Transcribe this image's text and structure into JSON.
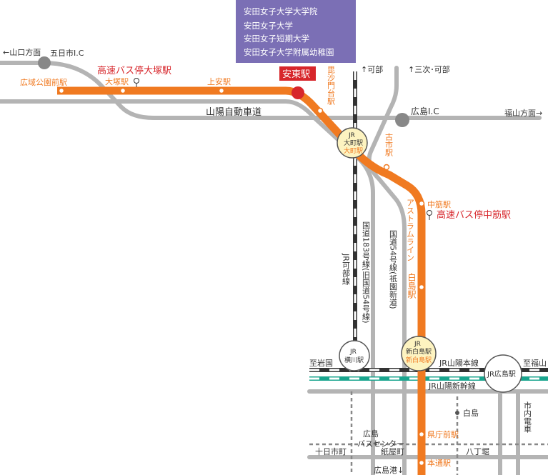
{
  "colors": {
    "astram": "#f07a21",
    "road": "#b4b4b4",
    "jr_dark": "#333333",
    "shinkansen": "#1aa58e",
    "purple_box": "#7b6fb5",
    "red": "#d7262b",
    "jr_station_fill": "#fdf3c0",
    "dashed": "#888888"
  },
  "university_box": {
    "lines": [
      "安田女子大学大学院",
      "安田女子大学",
      "安田女子短期大学",
      "安田女子大学附属幼稚園"
    ]
  },
  "destinations": {
    "yamaguchi": "←山口方面",
    "fukuyama": "福山方面→",
    "kabe_arrow": "↑可部",
    "miyoshi_arrow": "↑三次･可部",
    "shi_iwakuni": "至岩国",
    "shi_fukuyama": "至福山",
    "hiroshima_port": "広島港↓"
  },
  "interchanges": {
    "itsukaichi": "五日市I.C",
    "hiroshima": "広島I.C"
  },
  "roads": {
    "sanyo_expressway": "山陽自動車道",
    "route183": "国道183号線(旧国道54号線)",
    "route54": "国道54号線(祇園新道)"
  },
  "highway_bus": {
    "otsuka": "高速バス停大塚駅",
    "nakasuji": "高速バス停中筋駅"
  },
  "astram_stations": {
    "kouiki": "広域公園前駅",
    "otsuka": "大塚駅",
    "kamiyasu": "上安駅",
    "yasuhigashi": "安東駅",
    "bishamondai": "毘沙門台駅",
    "furuichi": "古市駅",
    "nakasuji": "中筋駅",
    "line_name": "アストラムライン",
    "hakushima": "白島駅",
    "kenchomae": "県庁前駅",
    "hondori": "本通駅"
  },
  "jr_stations": {
    "omachi": [
      "JR",
      "大町駅",
      "大町駅"
    ],
    "yokogawa": [
      "JR",
      "横川駅"
    ],
    "shinhakushima": [
      "JR",
      "新白島駅",
      "新白島駅"
    ],
    "hiroshima": "JR広島駅"
  },
  "jr_lines": {
    "kabe": "JR可部線",
    "sanyo_main": "JR山陽本線",
    "sanyo_shinkansen": "JR山陽新幹線"
  },
  "tram": {
    "hakushima": "白島",
    "line": "市内電車",
    "hatchobori": "八丁堀",
    "kamiyacho": "紙屋町",
    "tokaichi": "十日市町",
    "bus_center": [
      "広島",
      "バスセンター"
    ]
  }
}
